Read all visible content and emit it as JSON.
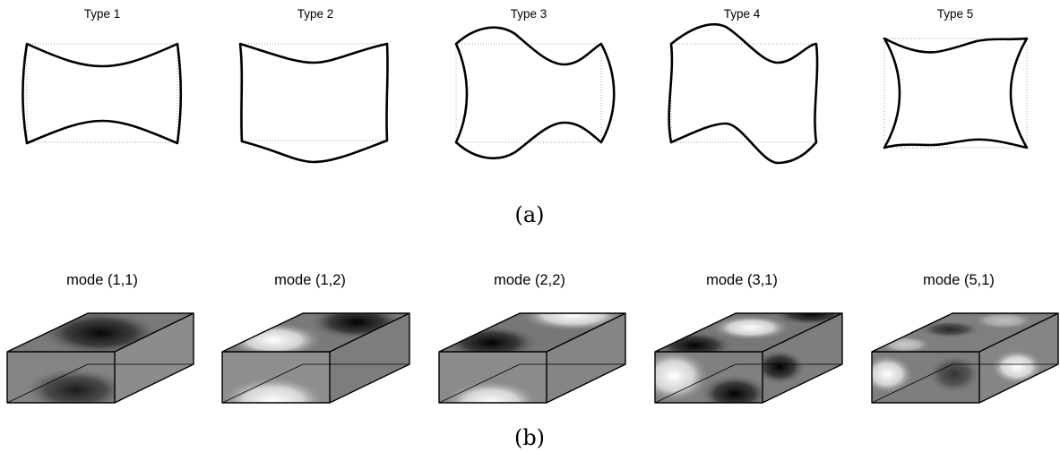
{
  "panel_a": {
    "caption": "(a)",
    "types": [
      {
        "title": "Type 1"
      },
      {
        "title": "Type 2"
      },
      {
        "title": "Type 3"
      },
      {
        "title": "Type 4"
      },
      {
        "title": "Type 5"
      }
    ]
  },
  "panel_b": {
    "caption": "(b)",
    "modes": [
      {
        "title": "mode (1,1)"
      },
      {
        "title": "mode (1,2)"
      },
      {
        "title": "mode (2,2)"
      },
      {
        "title": "mode (3,1)"
      },
      {
        "title": "mode (5,1)"
      }
    ]
  }
}
